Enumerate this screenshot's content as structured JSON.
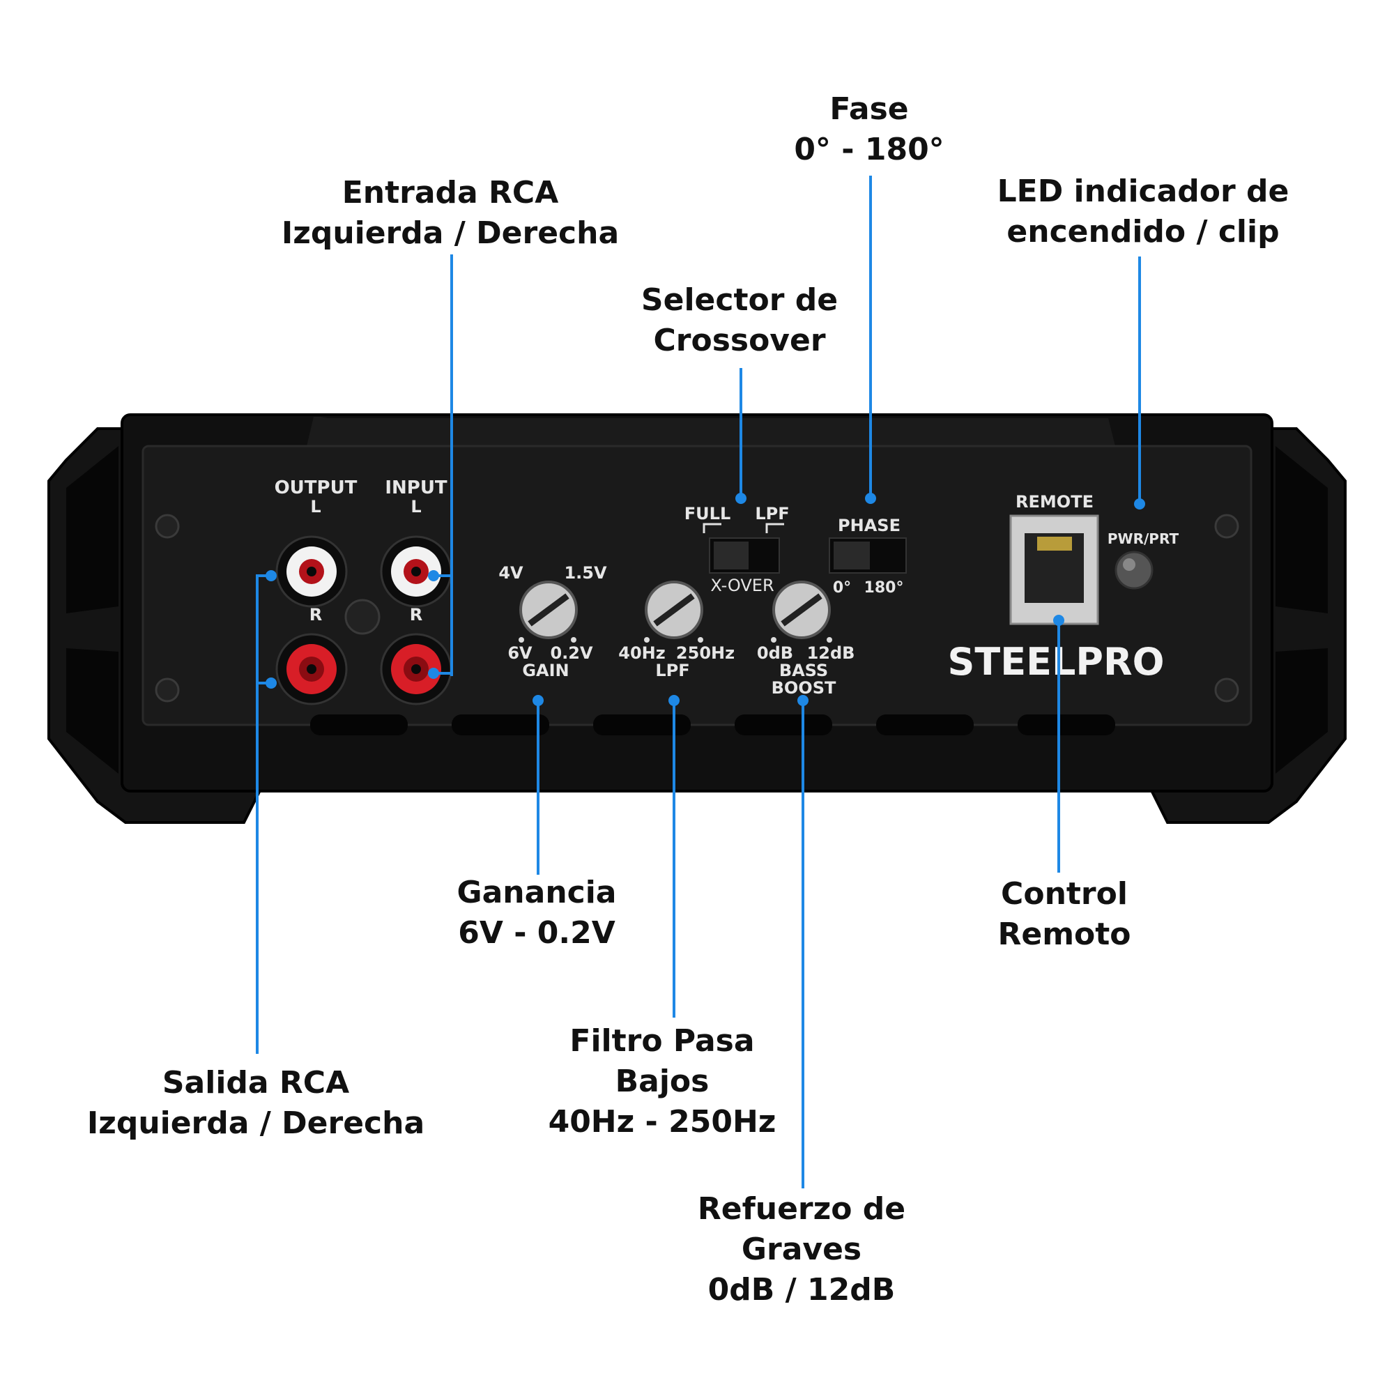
{
  "colors": {
    "accent": "#1e88e5",
    "chassis": "#111111",
    "panel": "#1a1a1a",
    "label_text": "#111111"
  },
  "panel": {
    "output_label": "OUTPUT",
    "input_label": "INPUT",
    "left_channel": "L",
    "right_channel": "R",
    "gain": {
      "label": "GAIN",
      "top_left": "4V",
      "top_right": "1.5V",
      "bottom_left": "6V",
      "bottom_right": "0.2V"
    },
    "lpf": {
      "label": "LPF",
      "bottom_left": "40Hz",
      "bottom_right": "250Hz"
    },
    "bass_boost": {
      "label_line1": "BASS",
      "label_line2": "BOOST",
      "bottom_left": "0dB",
      "bottom_right": "12dB"
    },
    "xover": {
      "label": "X-OVER",
      "left": "FULL",
      "right": "LPF"
    },
    "phase": {
      "label": "PHASE",
      "left": "0°",
      "right": "180°"
    },
    "remote_label": "REMOTE",
    "led_label": "PWR/PRT",
    "brand": "STEELPRO"
  },
  "callouts": {
    "fase": [
      "Fase",
      "0° - 180°"
    ],
    "entrada_rca": [
      "Entrada RCA",
      "Izquierda / Derecha"
    ],
    "led": [
      "LED indicador de",
      "encendido / clip"
    ],
    "selector_crossover": [
      "Selector de",
      "Crossover"
    ],
    "ganancia": [
      "Ganancia",
      "6V - 0.2V"
    ],
    "control_remoto": [
      "Control",
      "Remoto"
    ],
    "filtro": [
      "Filtro Pasa",
      "Bajos",
      "40Hz - 250Hz"
    ],
    "salida_rca": [
      "Salida RCA",
      "Izquierda / Derecha"
    ],
    "refuerzo": [
      "Refuerzo de",
      "Graves",
      "0dB  / 12dB"
    ]
  }
}
